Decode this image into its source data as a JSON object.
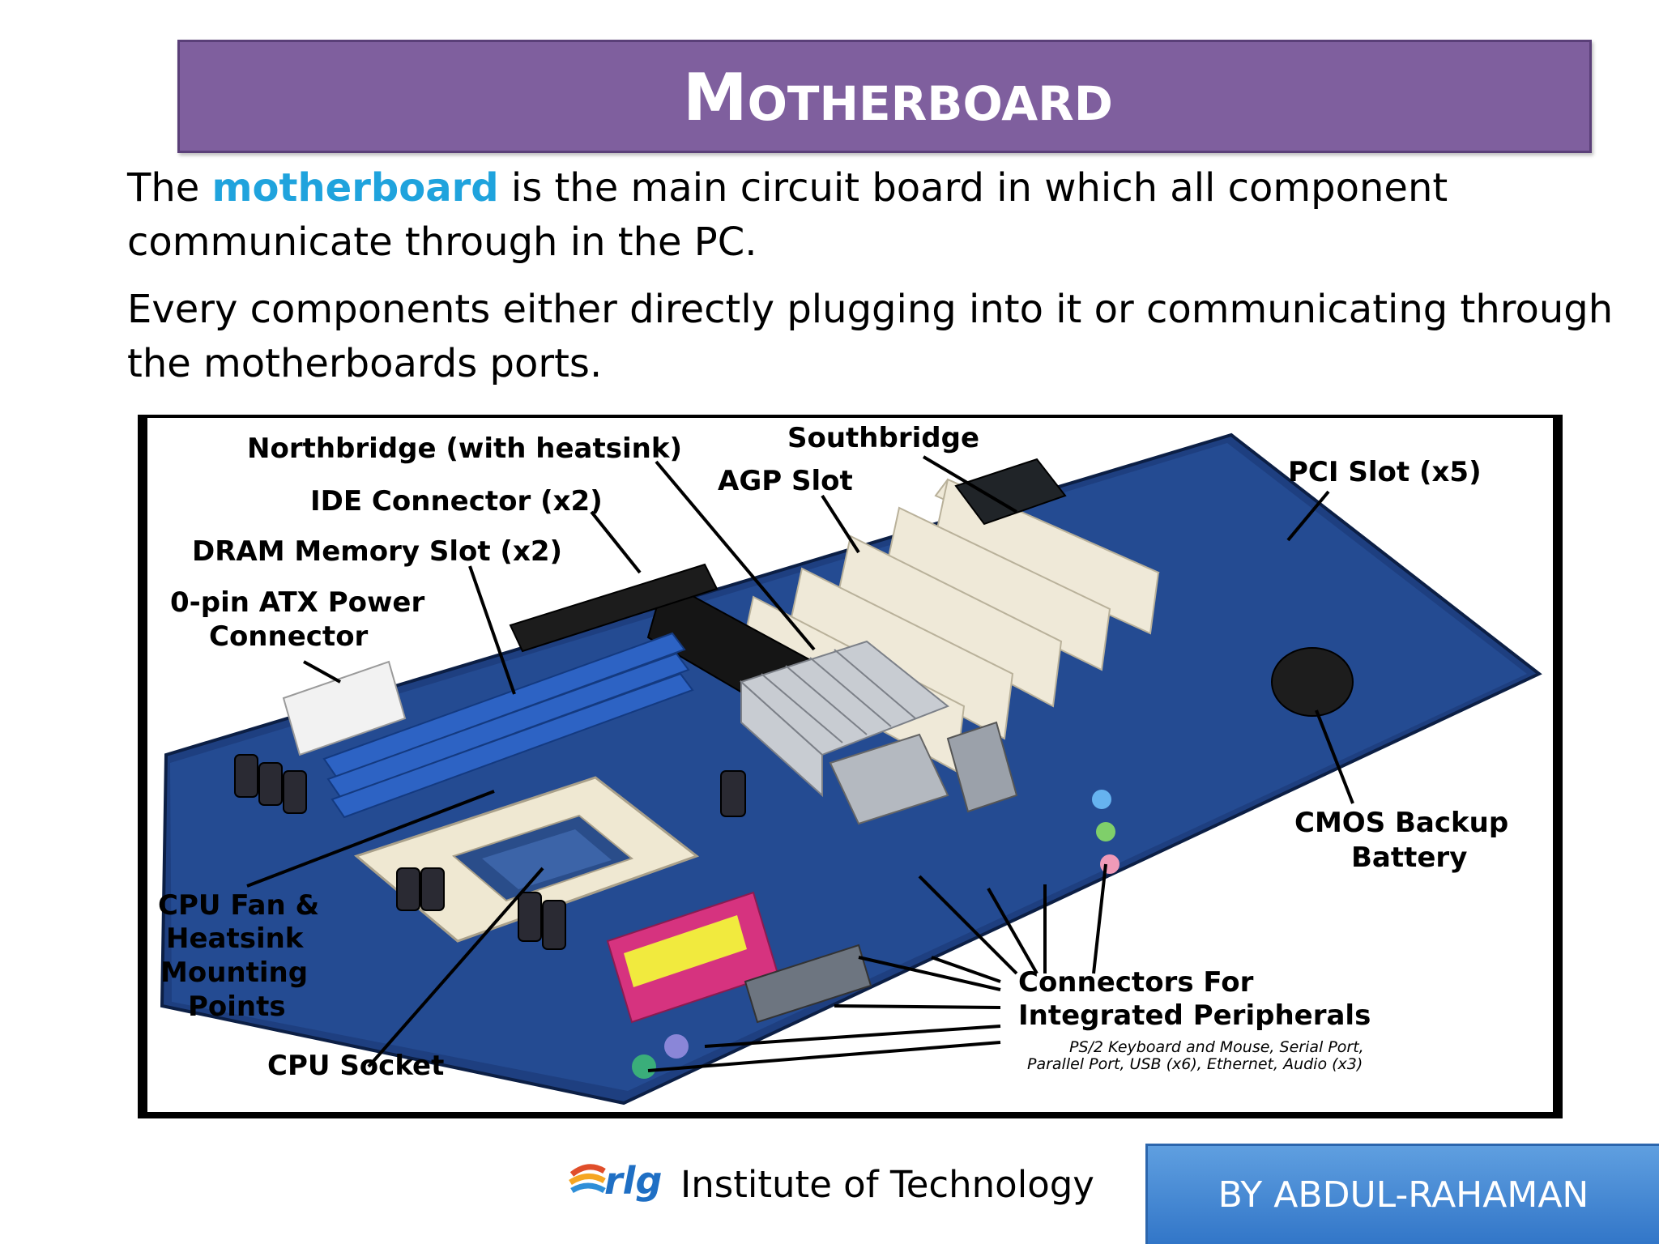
{
  "slide": {
    "title_first": "M",
    "title_rest": "OTHERBOARD",
    "para1_pre": "The ",
    "para1_hl": "motherboard",
    "para1_post": " is the main circuit board in which all component",
    "para1_line2": "communicate through in the PC.",
    "para2_line1": " Every components either directly plugging into it or communicating through",
    "para2_line2": "the motherboards ports."
  },
  "diagram": {
    "labels": {
      "northbridge": "Northbridge (with heatsink)",
      "southbridge": "Southbridge",
      "agp": "AGP Slot",
      "pci": "PCI Slot (x5)",
      "ide": "IDE Connector (x2)",
      "dram": "DRAM Memory Slot (x2)",
      "atx_1": "0-pin ATX Power",
      "atx_2": "Connector",
      "cpufan_1": "CPU Fan &",
      "cpufan_2": "Heatsink",
      "cpufan_3": "Mounting",
      "cpufan_4": "Points",
      "cpusocket": "CPU Socket",
      "cmos_1": "CMOS Backup",
      "cmos_2": "Battery",
      "conn_1": "Connectors For",
      "conn_2": "Integrated Peripherals",
      "note_1": "PS/2 Keyboard and Mouse, Serial Port,",
      "note_2": "Parallel Port, USB (x6), Ethernet, Audio (x3)"
    }
  },
  "footer": {
    "logo_text": "rlg",
    "org": "Institute of Technology",
    "author": "BY ABDUL-RAHAMAN"
  },
  "colors": {
    "title_bg": "#7f5f9e",
    "highlight": "#1fa3dd",
    "author_bg": "#3f84d2",
    "board": "#1e3f80"
  }
}
